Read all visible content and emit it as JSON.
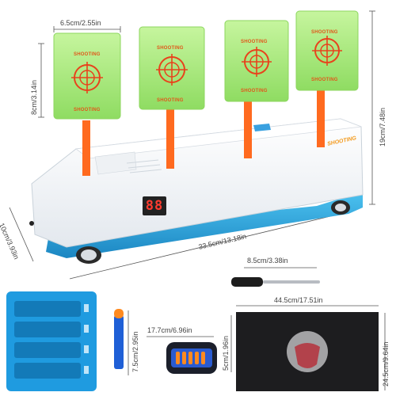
{
  "dimensions": {
    "target_width": "6.5cm/2.55in",
    "target_height": "8cm/3.14in",
    "total_height": "19cm/7.48in",
    "depth": "10cm/3.93in",
    "base_length": "33.5cm/13.18in",
    "screwdriver_length": "8.5cm/3.38in",
    "mask_width": "44.5cm/17.51in",
    "mask_height": "24.5cm/9.64in",
    "dart_length": "7.5cm/2.95in",
    "wristband_length": "17.7cm/6.96in",
    "wristband_height": "5cm/1.96in"
  },
  "targets": {
    "label": "SHOOTING"
  },
  "display": {
    "digits": "88"
  },
  "brand": {
    "text": "SHOOTING"
  },
  "colors": {
    "target_green": "#a7ec7a",
    "base_white": "#f4f6f8",
    "base_blue": "#2aa6dd",
    "post_orange": "#ff6a1f",
    "reticle_red": "#e8431c"
  }
}
